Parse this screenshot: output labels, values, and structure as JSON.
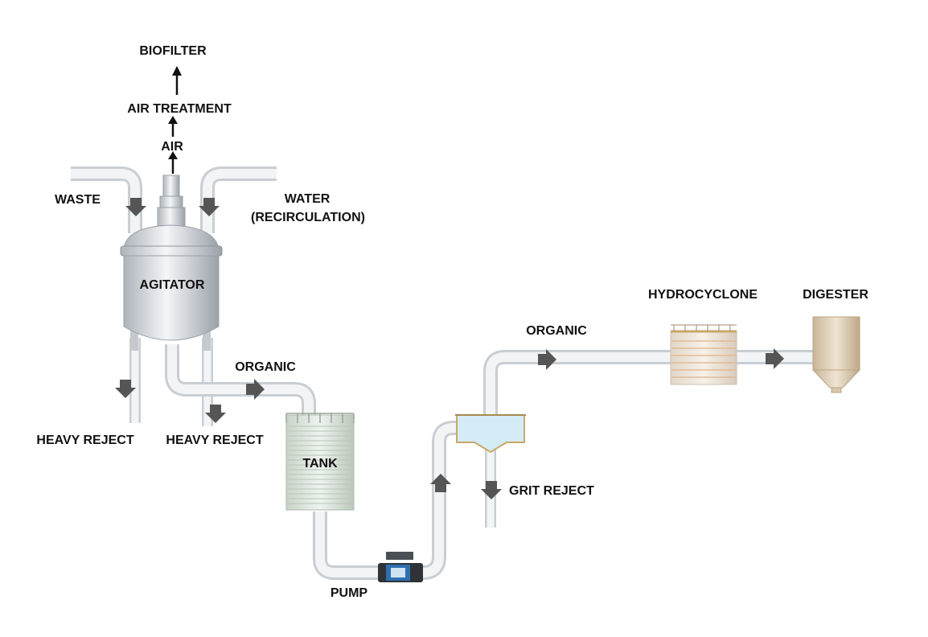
{
  "labels": {
    "biofilter": "BIOFILTER",
    "air_treatment": "AIR TREATMENT",
    "air": "AIR",
    "waste": "WASTE",
    "water_line1": "WATER",
    "water_line2": "(RECIRCULATION)",
    "agitator": "AGITATOR",
    "organic_1": "ORGANIC",
    "heavy_reject_1": "HEAVY REJECT",
    "heavy_reject_2": "HEAVY REJECT",
    "tank": "TANK",
    "pump": "PUMP",
    "grit_reject": "GRIT REJECT",
    "organic_2": "ORGANIC",
    "hydrocyclone": "HYDROCYCLONE",
    "digester": "DIGESTER"
  },
  "colors": {
    "pipe": "#e9ecef",
    "pipe_edge": "#c9ced3",
    "flow_arrow": "#555555",
    "tank": "#dfe8df",
    "hydrocyclone": "#efe6dc",
    "digester": "#dccbb5",
    "grit_chamber_water": "#d4ecf5",
    "pump_body": "#2e6fb0"
  },
  "icons": {
    "flow_arrow": "block-arrow-icon",
    "air_arrow": "thin-arrow-up-icon"
  }
}
